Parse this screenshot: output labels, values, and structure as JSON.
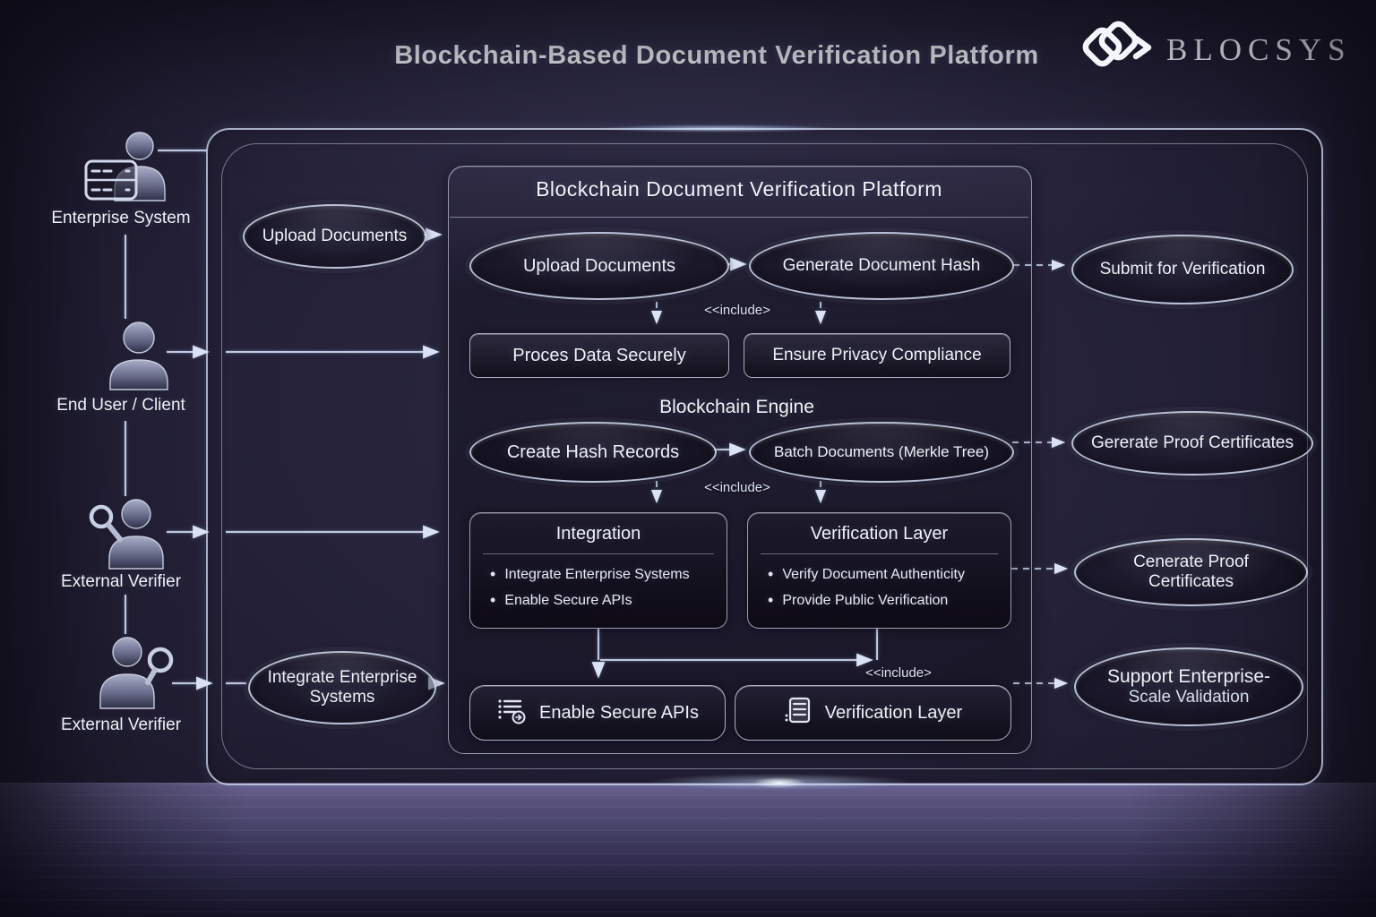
{
  "header": {
    "title": "Blockchain-Based Document Verification Platform",
    "brand": "BLOCSYS"
  },
  "actors": {
    "enterprise": {
      "label": "Enterprise System",
      "icon": "server-user-icon"
    },
    "end_user": {
      "label": "End User / Client",
      "icon": "user-icon"
    },
    "verifier1": {
      "label": "External Verifier",
      "icon": "user-magnifier-icon"
    },
    "verifier2": {
      "label": "External Verifier",
      "icon": "user-magnifier-icon"
    }
  },
  "left_usecases": {
    "upload": {
      "label": "Upload Documents"
    },
    "integrate": {
      "line1": "Integrate Enterprise",
      "line2": "Systems"
    }
  },
  "platform": {
    "title": "Blockchain Document Verification Platform",
    "upload_documents": "Upload Documents",
    "generate_hash": "Generate Document Hash",
    "include1": "<<include>",
    "process_data": "Proces Data Securely",
    "privacy": "Ensure Privacy Compliance",
    "engine_label": "Blockchain Engine",
    "create_hash": "Create Hash Records",
    "batch_documents": "Batch Documents (Merkle Tree)",
    "include2": "<<include>",
    "integration_card": {
      "title": "Integration",
      "bullets": [
        "Integrate Enterprise Systems",
        "Enable Secure APIs"
      ]
    },
    "verification_card": {
      "title": "Verification Layer",
      "bullets": [
        "Verify Document Authenticity",
        "Provide Public Verification"
      ]
    },
    "include3": "<<include>",
    "enable_apis_button": "Enable Secure APIs",
    "verification_button": "Verification Layer"
  },
  "right_usecases": {
    "submit": {
      "label": "Submit for Verification"
    },
    "generate_proof": {
      "label": "Gererate Proof Certificates"
    },
    "cenerate_proof": {
      "line1": "Cenerate Proof",
      "line2": "Certificates"
    },
    "support": {
      "line1": "Support Enterprise-",
      "line2": "Scale Validation"
    }
  },
  "colors": {
    "background": "#232036",
    "line": "#cdd6ec",
    "text": "#eef1fa",
    "floor": "#585278"
  }
}
